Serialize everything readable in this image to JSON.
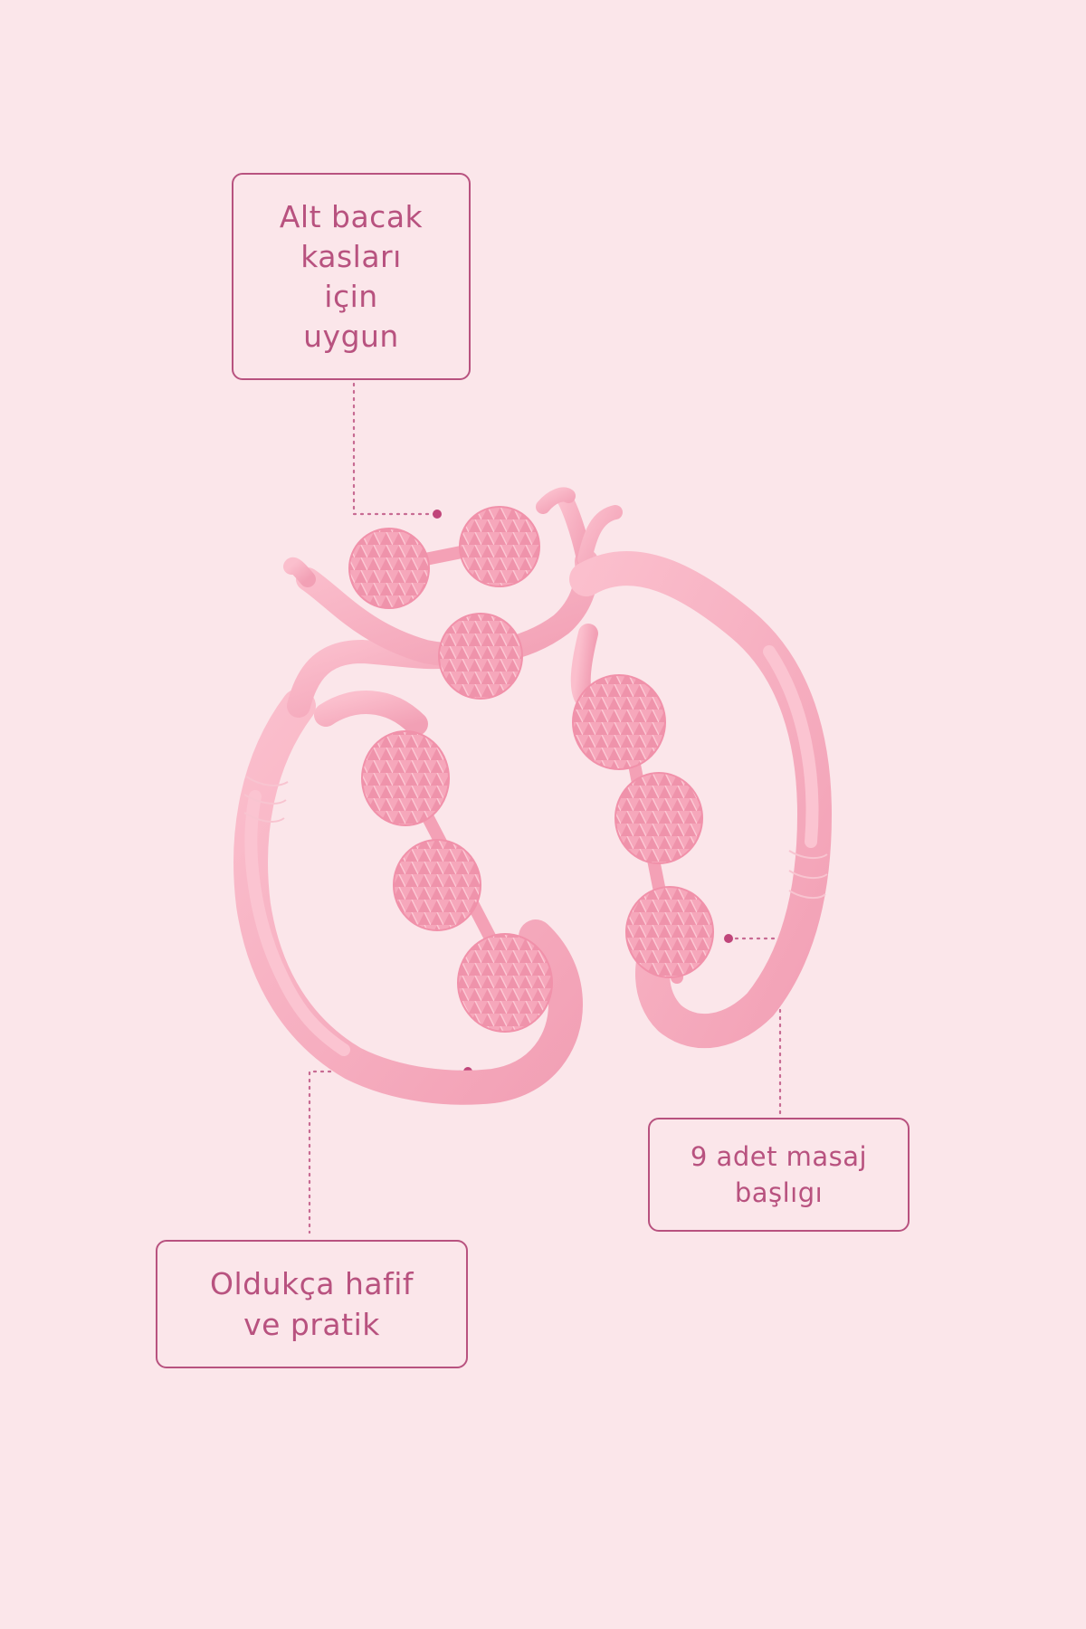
{
  "callouts": {
    "leg_muscles": "Alt bacak\nkasları\niçin\nuygun",
    "massage_heads": "9 adet masaj\nbaşlıgı",
    "lightweight": "Oldukça hafif\nve pratik"
  },
  "colors": {
    "background": "#fbe6ea",
    "accent": "#b8527f",
    "product": "#f4a9bd"
  },
  "product": {
    "type": "leg-roller-massager",
    "roller_count": 9
  }
}
